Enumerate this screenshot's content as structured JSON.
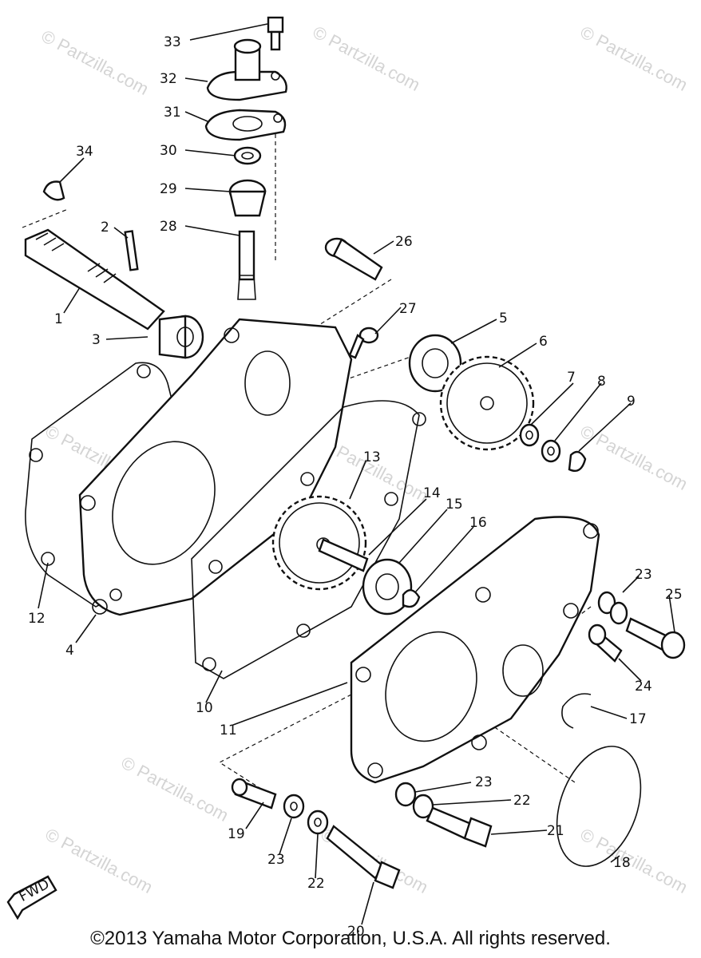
{
  "watermarks": [
    {
      "text": "© Partzilla.com"
    },
    {
      "text": "© Partzilla.com"
    },
    {
      "text": "© Partzilla.com"
    },
    {
      "text": "© Partzilla.com"
    },
    {
      "text": "© Partzilla.com"
    },
    {
      "text": "© Partzilla.com"
    },
    {
      "text": "© Partzilla.com"
    },
    {
      "text": "© Partzilla.com"
    },
    {
      "text": "© Partzilla.com"
    },
    {
      "text": "© Partzilla.com"
    }
  ],
  "callouts": [
    "33",
    "32",
    "31",
    "30",
    "29",
    "28",
    "34",
    "2",
    "1",
    "3",
    "26",
    "27",
    "5",
    "6",
    "7",
    "8",
    "9",
    "13",
    "14",
    "15",
    "16",
    "12",
    "4",
    "10",
    "11",
    "23",
    "25",
    "24",
    "17",
    "19",
    "23",
    "22",
    "20",
    "23",
    "22",
    "21",
    "18"
  ],
  "fwd_label": "FWD",
  "copyright": "©2013 Yamaha Motor Corporation, U.S.A. All rights reserved."
}
